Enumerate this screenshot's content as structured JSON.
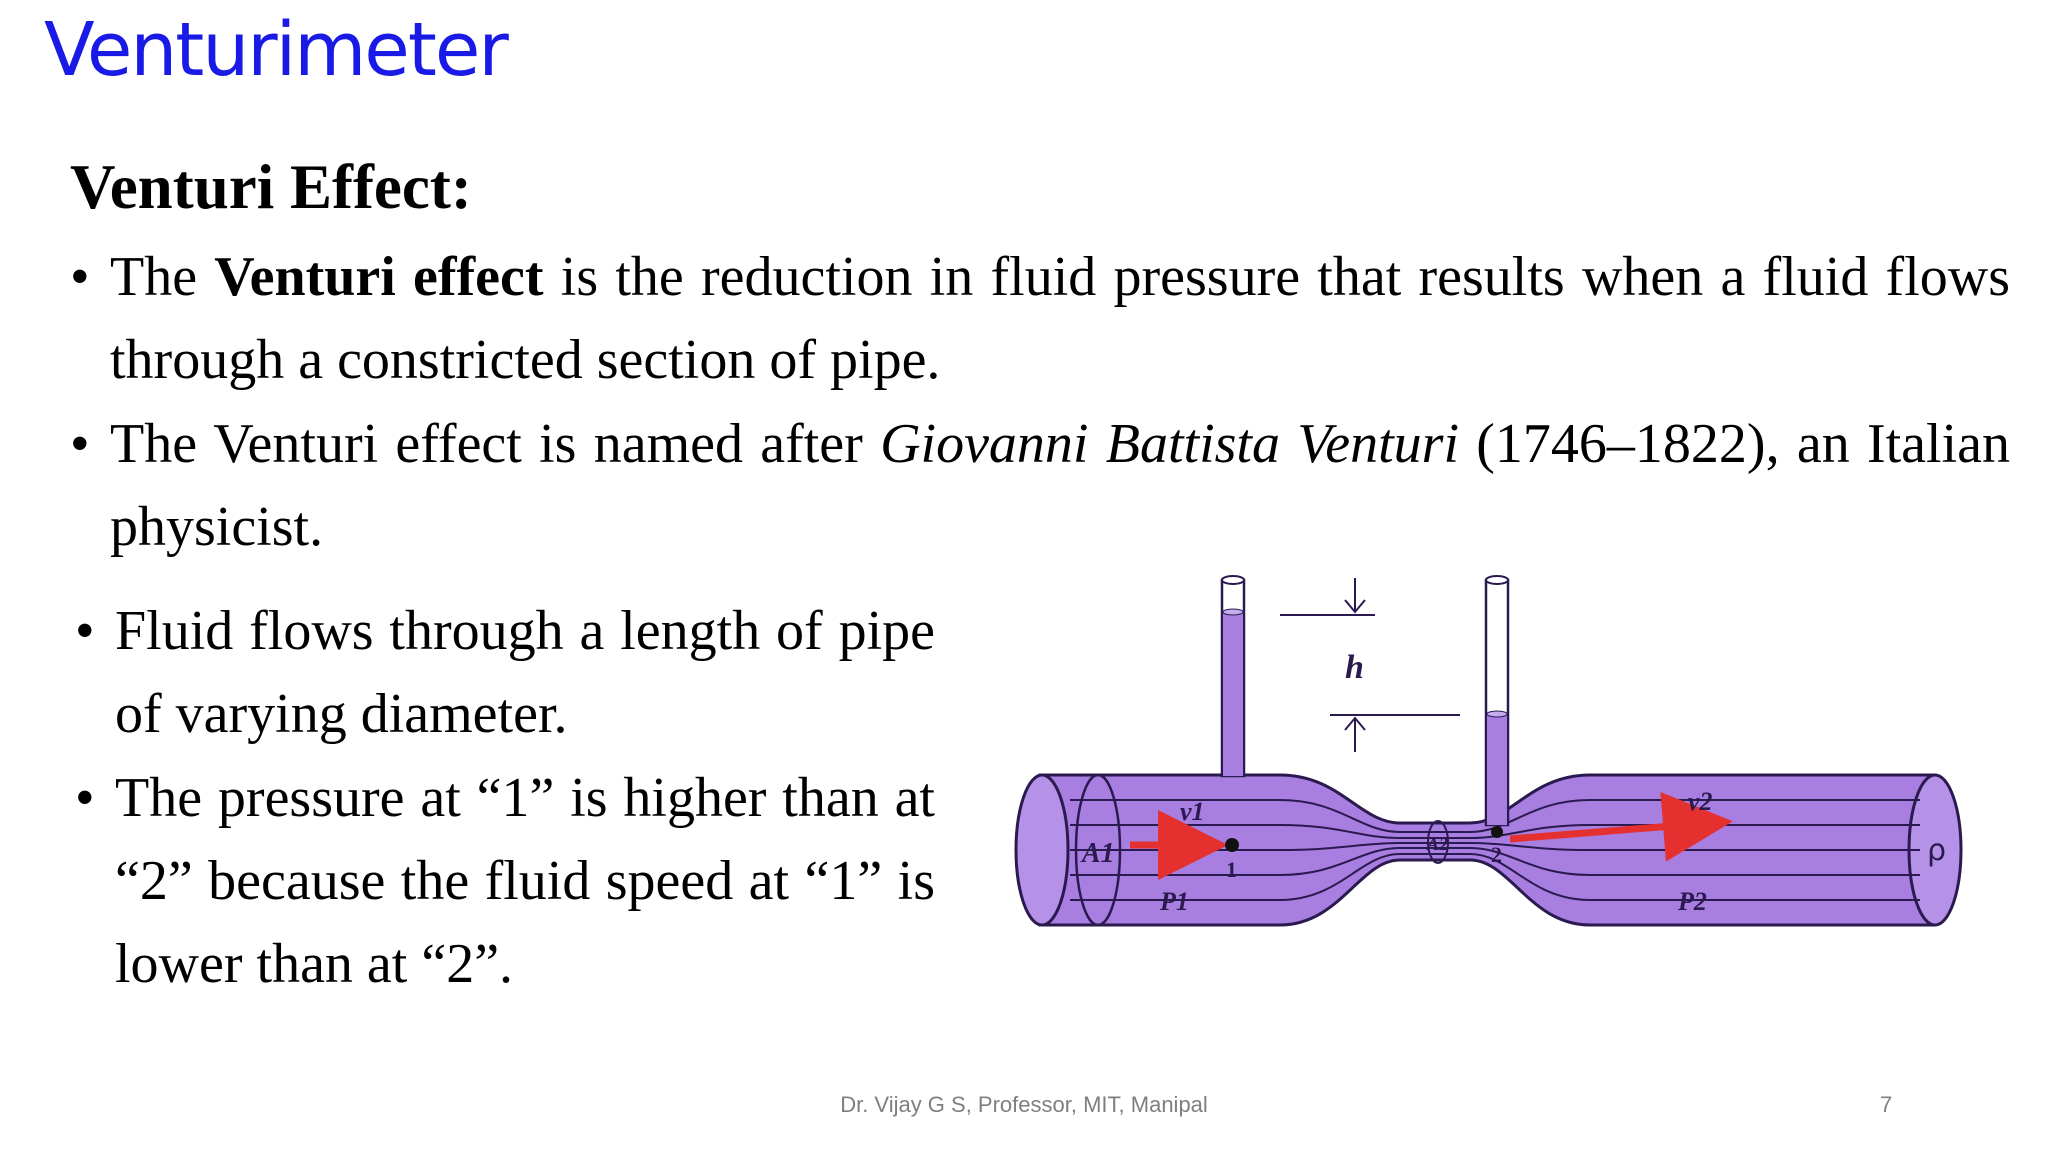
{
  "slide": {
    "title": "Venturimeter",
    "heading": "Venturi Effect:",
    "bullet_char": "•",
    "bullets": [
      {
        "pre": "The ",
        "bold": "Venturi effect",
        "post": " is the reduction in fluid pressure that results when a fluid flows through a constricted section of pipe."
      },
      {
        "pre": "The Venturi effect is named after ",
        "italic": "Giovanni Battista Venturi",
        "post": " (1746–1822), an Italian physicist."
      },
      {
        "text": "Fluid flows through a length of pipe of varying diameter."
      },
      {
        "text": "The pressure at “1” is higher than at “2” because the fluid speed at “1” is lower than at “2”."
      }
    ]
  },
  "diagram": {
    "label_h": "h",
    "label_A1": "A1",
    "label_A2": "A2",
    "label_v1": "v1",
    "label_v2": "v2",
    "label_P1": "P1",
    "label_P2": "P2",
    "label_point1": "1",
    "label_point2": "2",
    "label_rho": "ρ",
    "fluid_color": "#a87fe0",
    "arrow_color": "#e53030"
  },
  "footer": {
    "text": "Dr. Vijay G S, Professor, MIT, Manipal",
    "page_number": "7"
  }
}
